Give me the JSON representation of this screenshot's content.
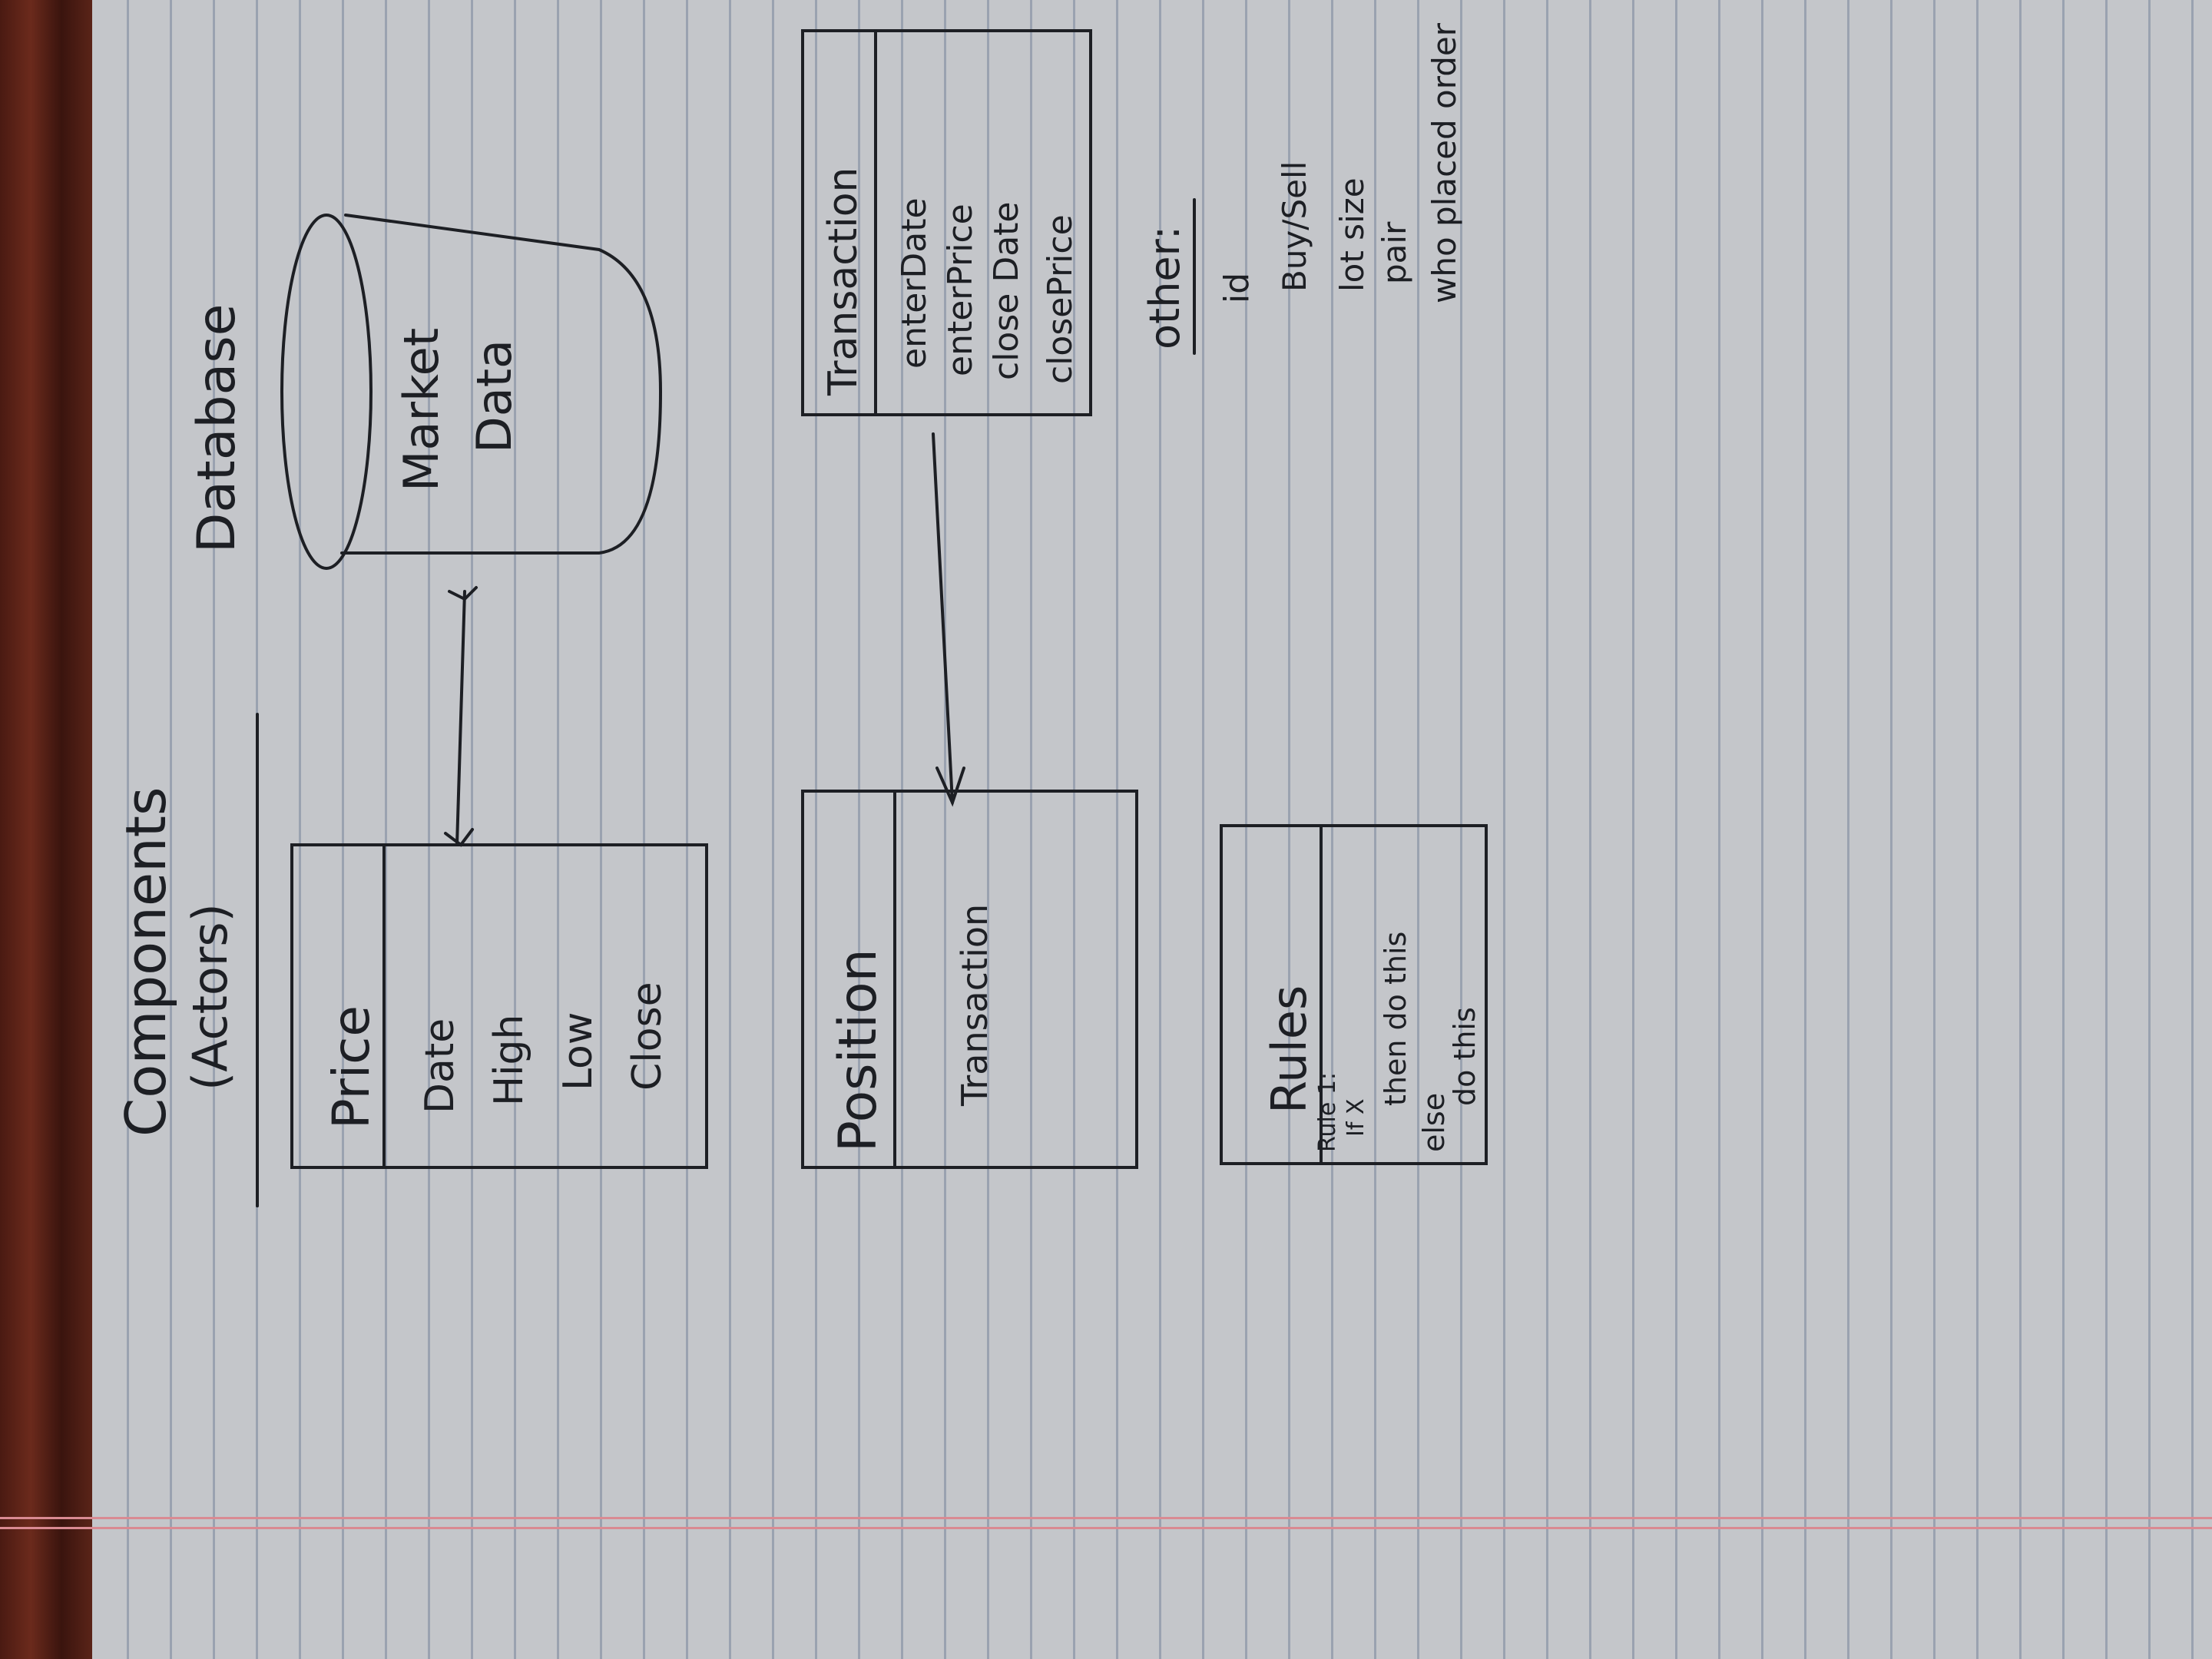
{
  "heading": {
    "line1": "Components",
    "line2": "(Actors)"
  },
  "database_label": "Database",
  "market_data": {
    "line1": "Market",
    "line2": "Data"
  },
  "price_box": {
    "title": "Price",
    "fields": [
      "Date",
      "High",
      "Low",
      "Close"
    ]
  },
  "position_box": {
    "title": "Position",
    "fields": [
      "Transaction"
    ]
  },
  "transaction_box": {
    "title": "Transaction",
    "fields": [
      "enterDate",
      "enterPrice",
      "close Date",
      "closePrice"
    ]
  },
  "rules_box": {
    "title": "Rules",
    "sub": "Rule 1:",
    "lines": [
      "If X",
      "then do this",
      "else",
      "do this"
    ]
  },
  "other": {
    "label": "other:",
    "items": [
      "id",
      "Buy/Sell",
      "lot size",
      "pair",
      "who placed order"
    ]
  },
  "colors": {
    "ink": "#1d1f24",
    "paper": "#c4c6ca",
    "rule_line": "#9aa2b0",
    "margin": "#d98a92"
  }
}
